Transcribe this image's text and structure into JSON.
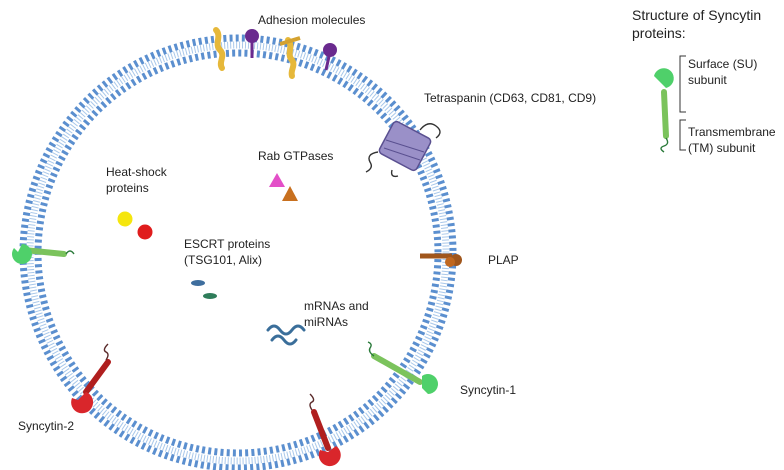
{
  "labels": {
    "adhesion": "Adhesion molecules",
    "tetraspanin": "Tetraspanin (CD63, CD81, CD9)",
    "rab": "Rab GTPases",
    "heatshock_1": "Heat-shock",
    "heatshock_2": "proteins",
    "escrt_1": "ESCRT proteins",
    "escrt_2": "(TSG101, Alix)",
    "mrna_1": "mRNAs and",
    "mrna_2": "miRNAs",
    "plap": "PLAP",
    "syncytin1": "Syncytin-1",
    "syncytin2": "Syncytin-2"
  },
  "legend": {
    "title_1": "Structure of Syncytin",
    "title_2": "proteins:",
    "su_1": "Surface (SU)",
    "su_2": "subunit",
    "tm_1": "Transmembrane",
    "tm_2": "(TM) subunit"
  },
  "icons": [
    "membrane-bilayer",
    "adhesion-molecule-icon",
    "tetraspanin-icon",
    "rab-gtpase-icon",
    "heat-shock-protein-icon",
    "escrt-protein-icon",
    "rna-icon",
    "plap-icon",
    "syncytin-1-icon",
    "syncytin-2-icon"
  ],
  "colors": {
    "membrane": "#5b8fcf",
    "membrane_tail": "#9fc0e6",
    "syncytin1_su": "#4fd06a",
    "syncytin1_tm": "#7bc35c",
    "syncytin2": "#d9262b",
    "plap": "#a0561c",
    "adhesion_yellow": "#e6b83a",
    "adhesion_purple": "#6a2a8e",
    "tetraspanin": "#9a90c8",
    "rab_pink": "#e34fc8",
    "rab_orange": "#c8701f",
    "hsp_yellow": "#f5e60e",
    "hsp_red": "#e01c1c",
    "escrt": "#3e6e9e",
    "escrt2": "#2f7d5a",
    "rna": "#3a6e9a"
  }
}
